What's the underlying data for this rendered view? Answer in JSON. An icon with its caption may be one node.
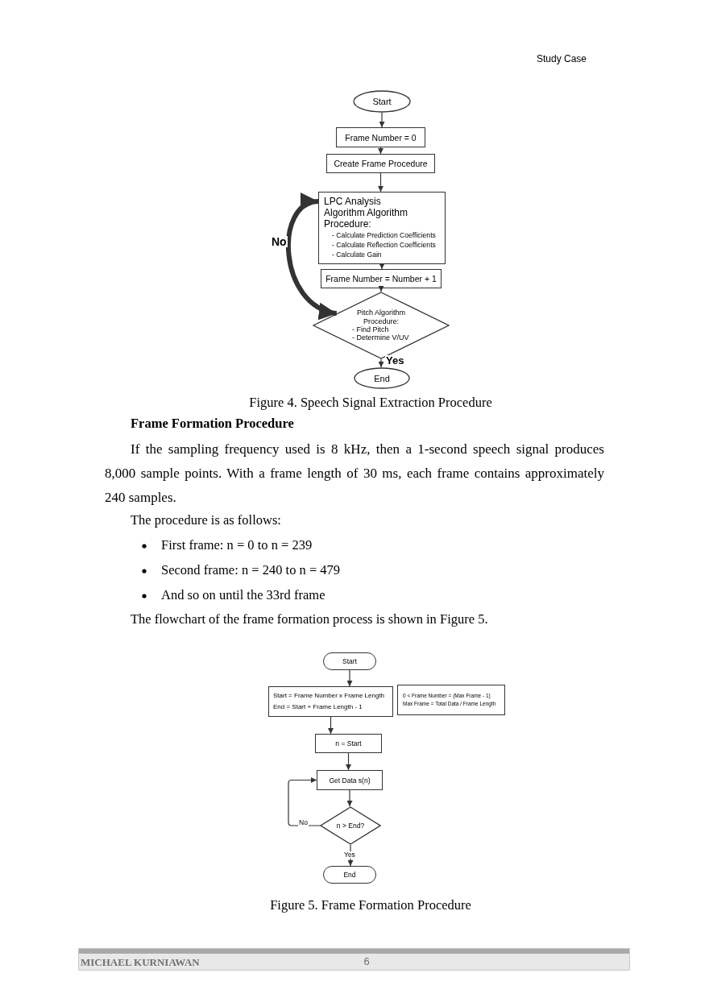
{
  "diagram": {
    "nodes": [
      {
        "text": [
          "Start"
        ]
      },
      {
        "text": [
          "Frame Number = 0"
        ]
      },
      {
        "text": [
          "Create Frame Procedure"
        ]
      },
      {
        "text": [
          "LPC Analysis Algorithm Algorithm Procedure:",
          "- Calculate Prediction Coefficients",
          "- Calculate Reflection Coefficients",
          "- Calculate Gain"
        ]
      },
      {
        "text": [
          "Frame Number = Number + 1"
        ]
      },
      {
        "text": [
          "Pitch Algorithm Procedure:",
          "- Find Pitch",
          "- Determine V/UV"
        ]
      },
      {
        "text": [
          "End"
        ]
      },
      {
        "text": [
          "Start"
        ]
      },
      {
        "text": [
          "Start = Frame Number x Frame Length",
          "End = Start + Frame Length - 1"
        ]
      },
      {
        "text": [
          "0 < Frame Number = (Max Frame - 1)",
          "Max Frame = Total Data / Frame Length"
        ]
      },
      {
        "text": [
          "n = Start"
        ]
      },
      {
        "text": [
          "Get Data s(n)"
        ]
      },
      {
        "text": [
          "n > End?"
        ]
      },
      {
        "text": [
          "End"
        ]
      }
    ],
    "edges": [
      {
        "from": 0,
        "to": 1,
        "arrow": "to"
      },
      {
        "from": 1,
        "to": 2,
        "arrow": "to"
      },
      {
        "from": 2,
        "to": 3,
        "arrow": "to"
      },
      {
        "from": 3,
        "to": 4,
        "arrow": "to"
      },
      {
        "from": 4,
        "to": 5,
        "arrow": "to"
      },
      {
        "from": 5,
        "to": 6,
        "arrow": "to",
        "label": "Yes"
      },
      {
        "from": 5,
        "to": 3,
        "arrow": "both",
        "label": "No",
        "style": "thick"
      },
      {
        "from": 7,
        "to": 8,
        "arrow": "to"
      },
      {
        "from": 8,
        "to": 10,
        "arrow": "to"
      },
      {
        "from": 10,
        "to": 11,
        "arrow": "to"
      },
      {
        "from": 11,
        "to": 12,
        "arrow": "to"
      },
      {
        "from": 12,
        "to": 11,
        "arrow": "to",
        "label": "No"
      },
      {
        "from": 12,
        "to": 13,
        "arrow": "to",
        "label": "Yes"
      }
    ],
    "labels": [
      "Study Case",
      "Figure 4. Speech Signal Extraction Procedure",
      "Frame Formation Procedure",
      "If the sampling frequency used is 8 kHz, then a 1-second speech signal produces 8,000 sample points. With a frame length of 30 ms, each frame contains approximately 240 samples.",
      "The procedure is as follows:",
      "First frame: n = 0 to n = 239",
      "Second frame: n = 240 to n = 479",
      "And so on until the 33rd frame",
      "The flowchart of the frame formation process is shown in Figure 5.",
      "Figure 5. Frame Formation Procedure",
      "MICHAEL KURNIAWAN",
      "6"
    ]
  }
}
